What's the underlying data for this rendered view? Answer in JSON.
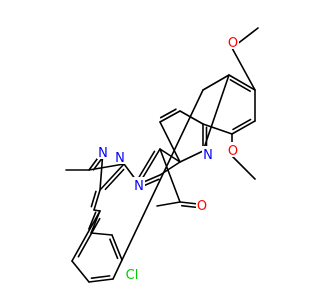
{
  "atoms": {
    "n1": {
      "text": "N",
      "color": "#0000FF"
    },
    "n2": {
      "text": "N",
      "color": "#0000FF"
    },
    "n3": {
      "text": "N",
      "color": "#0000FF"
    },
    "n4": {
      "text": "N",
      "color": "#0000FF"
    },
    "o1": {
      "text": "O",
      "color": "#FF0000"
    },
    "o2": {
      "text": "O",
      "color": "#FF0000"
    },
    "o3": {
      "text": "O",
      "color": "#FF0000"
    },
    "cl1": {
      "text": "Cl",
      "color": "#00CC00"
    }
  }
}
